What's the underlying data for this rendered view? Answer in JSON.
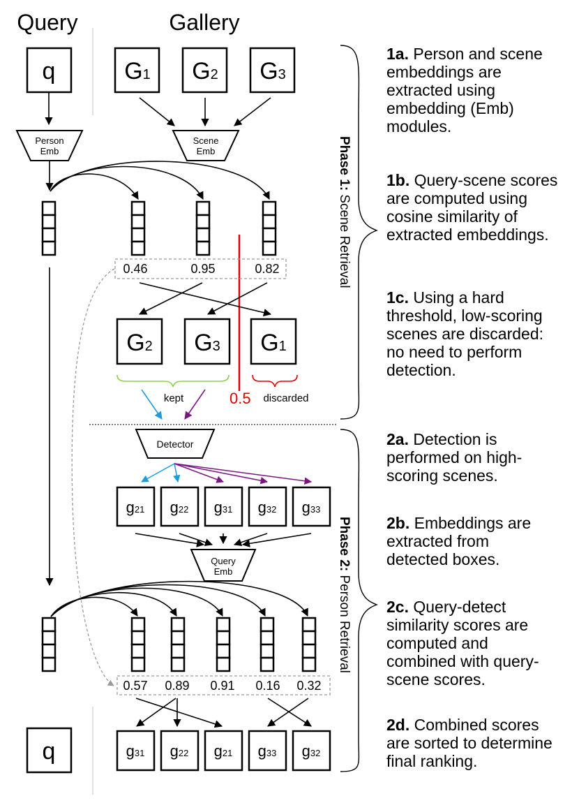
{
  "headers": {
    "query": "Query",
    "gallery": "Gallery"
  },
  "phase1": {
    "query_box": "q",
    "gallery_boxes": [
      {
        "base": "G",
        "sub": "1"
      },
      {
        "base": "G",
        "sub": "2"
      },
      {
        "base": "G",
        "sub": "3"
      }
    ],
    "person_emb": [
      "Person",
      "Emb"
    ],
    "scene_emb": [
      "Scene",
      "Emb"
    ],
    "scores": [
      "0.46",
      "0.95",
      "0.82"
    ],
    "sorted_boxes": [
      {
        "base": "G",
        "sub": "2"
      },
      {
        "base": "G",
        "sub": "3"
      },
      {
        "base": "G",
        "sub": "1"
      }
    ],
    "threshold": "0.5",
    "kept_label": "kept",
    "discarded_label": "discarded",
    "label_bold": "Phase 1:",
    "label_rest": " Scene Retrieval"
  },
  "phase2": {
    "detector": "Detector",
    "detections": [
      {
        "base": "g",
        "sub": "21"
      },
      {
        "base": "g",
        "sub": "22"
      },
      {
        "base": "g",
        "sub": "31"
      },
      {
        "base": "g",
        "sub": "32"
      },
      {
        "base": "g",
        "sub": "33"
      }
    ],
    "query_emb": [
      "Query",
      "Emb"
    ],
    "scores": [
      "0.57",
      "0.89",
      "0.91",
      "0.16",
      "0.32"
    ],
    "query_box": "q",
    "ranked": [
      {
        "base": "g",
        "sub": "31"
      },
      {
        "base": "g",
        "sub": "22"
      },
      {
        "base": "g",
        "sub": "21"
      },
      {
        "base": "g",
        "sub": "33"
      },
      {
        "base": "g",
        "sub": "32"
      }
    ],
    "label_bold": "Phase 2:",
    "label_rest": " Person Retrieval"
  },
  "steps": [
    {
      "num": "1a.",
      "lines": [
        " Person and scene",
        "embeddings are",
        "extracted using",
        "embedding (Emb)",
        "modules."
      ]
    },
    {
      "num": "1b.",
      "lines": [
        " Query-scene scores",
        "are computed using",
        "cosine similarity of",
        "extracted embeddings."
      ]
    },
    {
      "num": "1c.",
      "lines": [
        " Using a hard",
        "threshold, low-scoring",
        "scenes are discarded:",
        "no need to perform",
        "detection."
      ]
    },
    {
      "num": "2a.",
      "lines": [
        " Detection is",
        "performed on high-",
        "scoring scenes."
      ]
    },
    {
      "num": "2b.",
      "lines": [
        " Embeddings are",
        "extracted from",
        "detected boxes."
      ]
    },
    {
      "num": "2c.",
      "lines": [
        " Query-detect",
        "similarity scores are",
        "computed and",
        "combined with query-",
        "scene scores."
      ]
    },
    {
      "num": "2d.",
      "lines": [
        " Combined scores",
        "are sorted to determine",
        "final ranking."
      ]
    }
  ],
  "colors": {
    "threshold": "#e00000",
    "kept": "#8fd14f",
    "discarded": "#e00000",
    "blue": "#1e9be0",
    "purple": "#7b1680",
    "dashed": "#9a9a9a"
  }
}
